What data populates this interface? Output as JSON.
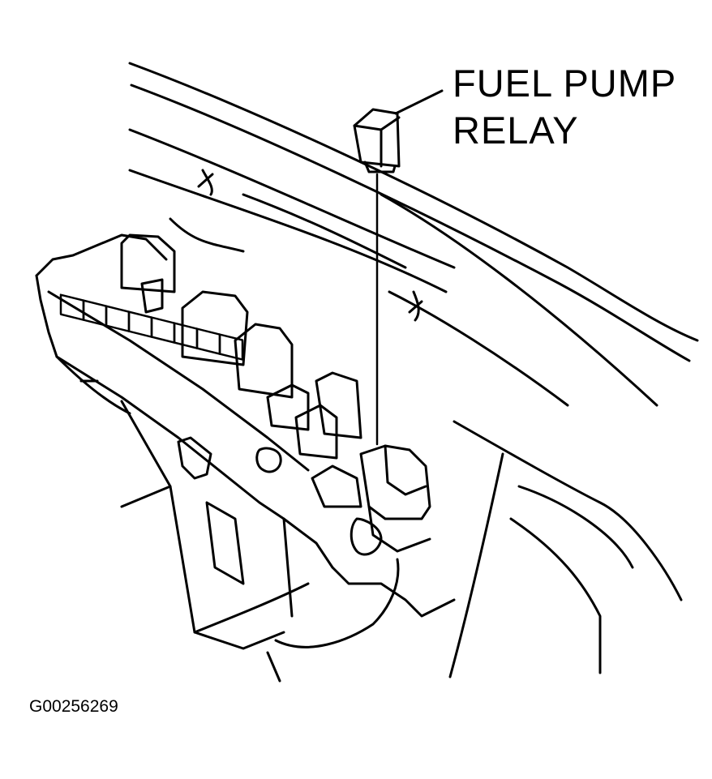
{
  "callout": {
    "line1": "FUEL PUMP",
    "line2": "RELAY"
  },
  "figure_id": "G00256269",
  "icons": {
    "relay": "fuel-pump-relay-icon",
    "fuse_box": "relay-fuse-box-drawing"
  }
}
